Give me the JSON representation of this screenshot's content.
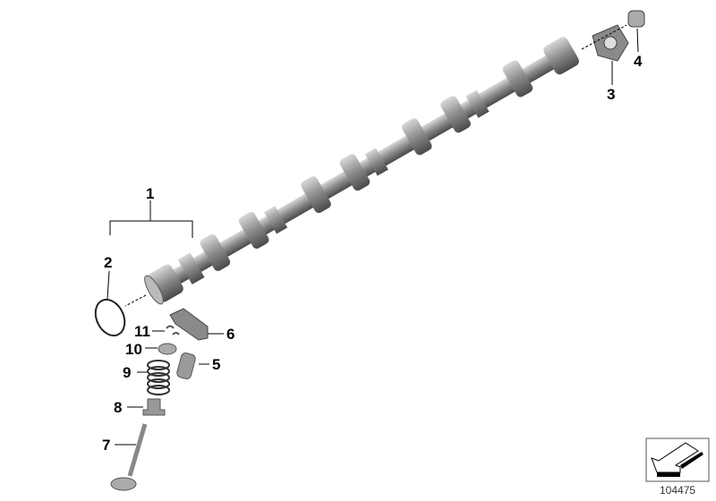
{
  "diagram": {
    "callouts": [
      "1",
      "2",
      "3",
      "4",
      "5",
      "6",
      "7",
      "8",
      "9",
      "10",
      "11"
    ],
    "reference_number": "104475",
    "orientation_icon": "arrow-down-left-icon",
    "colors": {
      "part": "#8a8a8a",
      "part_light": "#c8c8c8",
      "line": "#000000"
    }
  }
}
